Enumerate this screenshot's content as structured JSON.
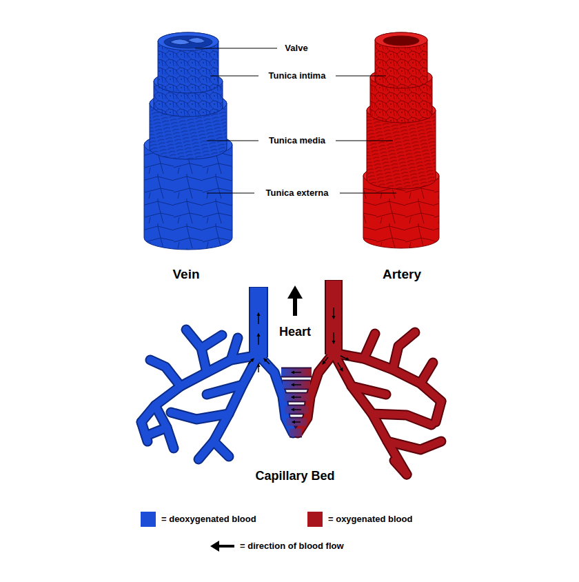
{
  "diagram": {
    "labels": [
      "Valve",
      "Tunica intima",
      "Tunica media",
      "Tunica externa",
      "Vein",
      "Artery",
      "Heart",
      "Capillary Bed"
    ],
    "legend": [
      {
        "text": "= deoxygenated blood",
        "color": "#1b4dd6"
      },
      {
        "text": "= oxygenated blood",
        "color": "#a8151d"
      },
      {
        "text": "= direction of blood flow"
      }
    ]
  }
}
